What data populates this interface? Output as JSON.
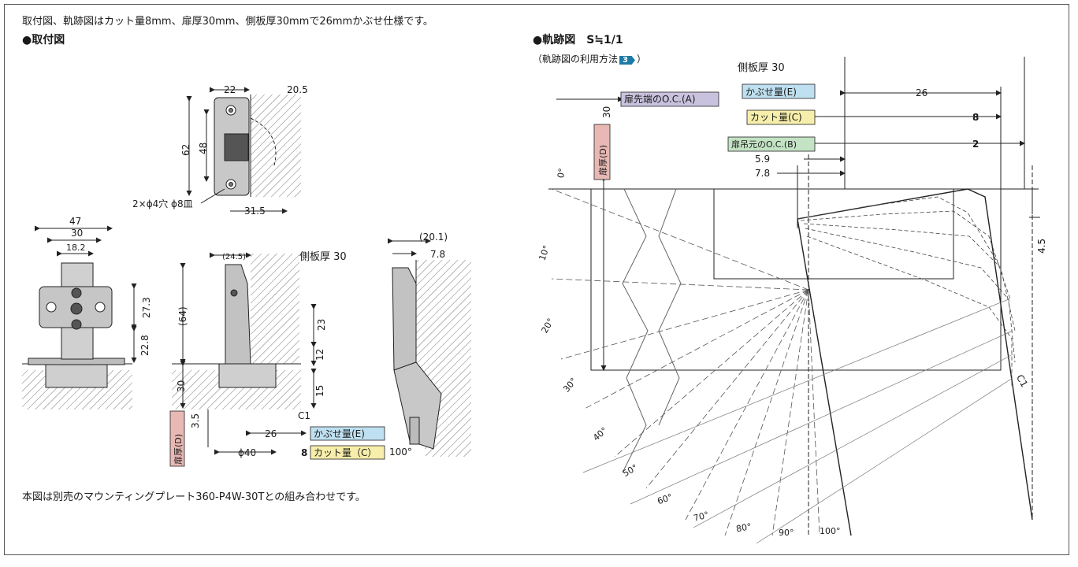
{
  "intro_text": "取付図、軌跡図はカット量8mm、扉厚30mm、側板厚30mmで26mmかぶせ仕様です。",
  "left_heading": "●取付図",
  "right_heading": "●軌跡図　S≒1/1",
  "right_subheading_pre": "（軌跡図の利用方法",
  "right_subheading_badge": "3",
  "right_subheading_post": "）",
  "footer_text": "本図は別売のマウンティングプレート360-P4W-30Tとの組み合わせです。",
  "colors": {
    "purple_label": "#c9c2de",
    "pink_label": "#e8b8b4",
    "blue_label": "#bfe0f0",
    "yellow_label": "#f6eeaa",
    "green_label": "#c3e3c4",
    "badge": "#1b7aa6",
    "part_gray": "#bdbdbd"
  },
  "mounting_plate_view": {
    "dim_top": "22",
    "dim_side": "20.5",
    "dim_height_outer": "62",
    "dim_height_inner": "48",
    "dim_bottom": "31.5",
    "hole_note": "2×ϕ4穴 ϕ8皿"
  },
  "front_view": {
    "dim_47": "47",
    "dim_30": "30",
    "dim_18_2": "18.2",
    "dim_27_3": "27.3",
    "dim_22_8": "22.8"
  },
  "section_view": {
    "dim_24_5": "(24.5)",
    "label_side_thickness": "側板厚 30",
    "dim_64": "(64)",
    "dim_23": "23",
    "dim_12": "12",
    "dim_15": "15",
    "dim_30": "30",
    "dim_3_5": "3.5",
    "dim_26": "26",
    "dim_40": "ϕ40",
    "dim_8": "8",
    "dim_c1": "C1",
    "label_overlay": "かぶせ量(E)",
    "label_cut": "カット量（C）",
    "label_door_thickness": "扉厚(D)"
  },
  "open_view": {
    "dim_20_1": "(20.1)",
    "dim_7_8": "7.8",
    "angle_100": "100°"
  },
  "trajectory": {
    "label_side_thickness": "側板厚 30",
    "label_door_tip": "扉先端のO.C.(A)",
    "label_door_thickness": "扉厚(D)",
    "dim_door_thickness": "30",
    "label_overlay": "かぶせ量(E)",
    "dim_overlay": "26",
    "label_cut": "カット量(C)",
    "dim_cut": "8",
    "label_door_base": "扉吊元のO.C.(B)",
    "dim_base": "2",
    "dim_5_9": "5.9",
    "dim_7_8": "7.8",
    "dim_4_5": "4.5",
    "dim_c1": "C1",
    "angles": [
      "0°",
      "10°",
      "20°",
      "30°",
      "40°",
      "50°",
      "60°",
      "70°",
      "80°",
      "90°",
      "100°"
    ]
  }
}
